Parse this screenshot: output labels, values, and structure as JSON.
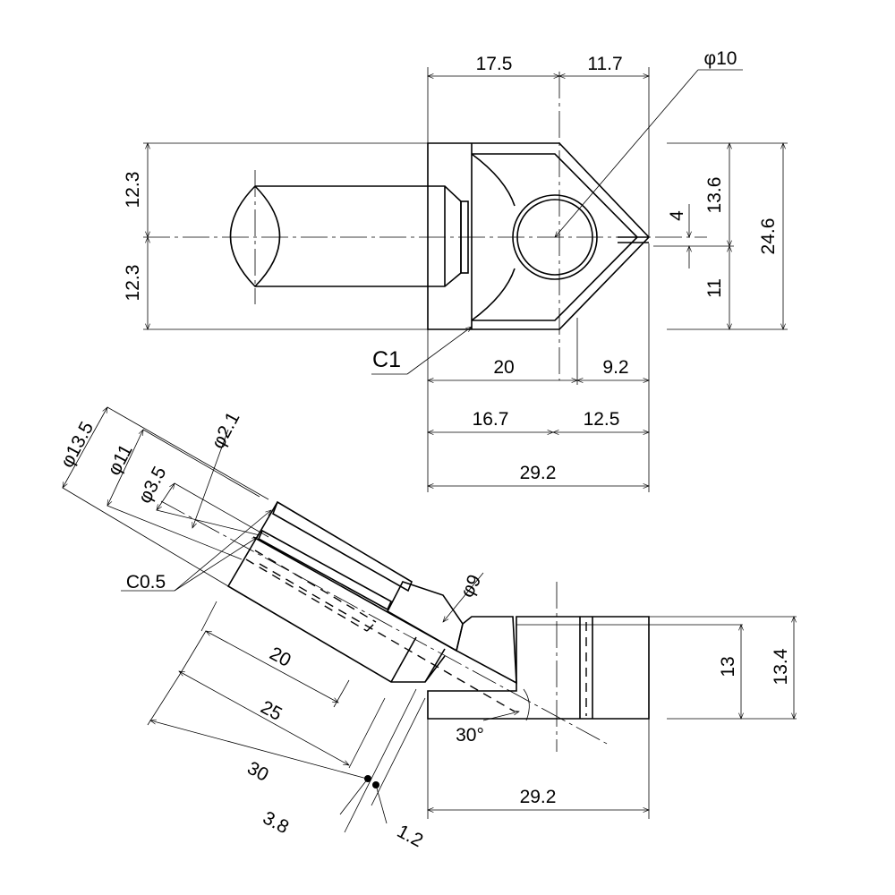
{
  "top_view": {
    "dims": {
      "width_17_5": "17.5",
      "width_11_7": "11.7",
      "hole_dia": "φ10",
      "half_height_upper": "12.3",
      "half_height_lower": "12.3",
      "right_upper": "13.6",
      "right_total": "24.6",
      "tip_4": "4",
      "right_lower": "11",
      "chamfer": "C1",
      "bottom_20": "20",
      "bottom_9_2": "9.2",
      "bottom_16_7": "16.7",
      "bottom_12_5": "12.5",
      "bottom_total": "29.2"
    }
  },
  "section_view": {
    "dims": {
      "dia_13_5": "φ13.5",
      "dia_11": "φ11",
      "dia_3_5": "φ3.5",
      "dia_2_1": "φ2.1",
      "chamfer": "C0.5",
      "dia_9": "φ9",
      "len_20": "20",
      "len_25": "25",
      "len_30": "30",
      "len_3_8": "3.8",
      "len_1_2": "1.2",
      "angle": "30°",
      "height_13": "13",
      "height_13_4": "13.4",
      "width_29_2": "29.2"
    }
  }
}
